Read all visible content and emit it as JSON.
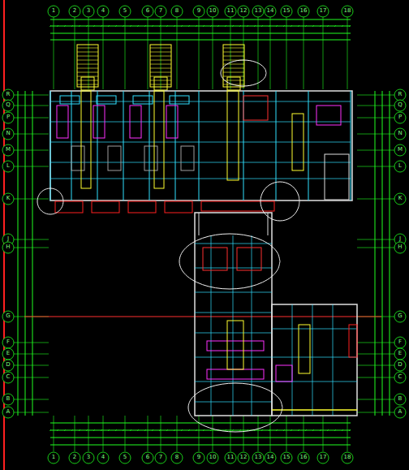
{
  "diagram": {
    "labels": [
      "1",
      "2",
      "3",
      "4",
      "5",
      "6",
      "7",
      "8",
      "9",
      "10",
      "11",
      "12",
      "13",
      "14",
      "15",
      "16",
      "17",
      "18",
      "1",
      "2",
      "3",
      "4",
      "5",
      "6",
      "7",
      "8",
      "9",
      "10",
      "11",
      "12",
      "13",
      "14",
      "15",
      "16",
      "17",
      "18",
      "R",
      "Q",
      "P",
      "N",
      "M",
      "L",
      "K",
      "J",
      "H",
      "G",
      "F",
      "E",
      "D",
      "C",
      "B",
      "A",
      "R",
      "Q",
      "P",
      "N",
      "M",
      "L",
      "K",
      "J",
      "H",
      "G",
      "F",
      "E",
      "D",
      "C",
      "B",
      "A"
    ]
  }
}
